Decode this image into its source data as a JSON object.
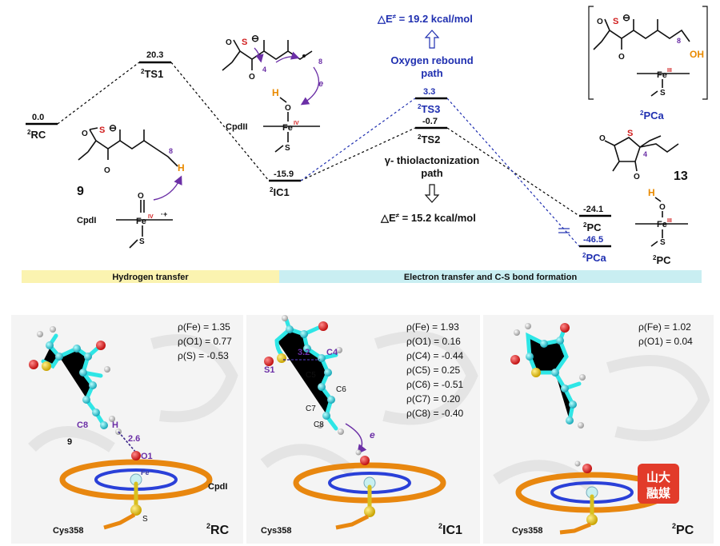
{
  "energy": {
    "rc": {
      "value": "0.0",
      "label_pre": "2",
      "label": "RC"
    },
    "ts1": {
      "value": "20.3",
      "label_pre": "2",
      "label": "TS1"
    },
    "ic1": {
      "value": "-15.9",
      "label_pre": "2",
      "label": "IC1"
    },
    "ts3": {
      "value": "3.3",
      "label_pre": "2",
      "label": "TS3"
    },
    "ts2": {
      "value": "-0.7",
      "label_pre": "2",
      "label": "TS2"
    },
    "pc": {
      "value": "-24.1",
      "label_pre": "2",
      "label": "PC"
    },
    "pca": {
      "value": "-46.5",
      "label_pre": "2",
      "label": "PCa"
    }
  },
  "annotations": {
    "de_rebound": "△E",
    "de_rebound_sup": "≠",
    "de_rebound_val": " = 19.2 kcal/mol",
    "rebound_path_1": "Oxygen rebound",
    "rebound_path_2": "path",
    "thiol_path_1": "γ- thiolactonization",
    "thiol_path_2": "path",
    "de_thiol": "△E",
    "de_thiol_sup": "≠",
    "de_thiol_val": " = 15.2 kcal/mol"
  },
  "structures": {
    "cmpd9": "9",
    "cmpd13": "13",
    "cpdi": "CpdI",
    "cpdii": "CpdII",
    "fe": "Fe",
    "fe_iv": "IV",
    "fe_iii": "III",
    "s": "S",
    "o": "O",
    "h": "H",
    "oh": "OH",
    "radical_cat": "·+",
    "n4": "4",
    "n8": "8",
    "e": "e",
    "minus": "⊖",
    "pca_pre": "2",
    "pca_label": "PCa",
    "pc_pre": "2",
    "pc_label": "PC"
  },
  "bands": {
    "h_transfer": "Hydrogen transfer",
    "e_transfer": "Electron transfer and C-S bond formation"
  },
  "panels": {
    "rc": {
      "spins": [
        "ρ(Fe) = 1.35",
        "ρ(O1) = 0.77",
        "ρ(S) = -0.53"
      ],
      "c8": "C8",
      "h": "H",
      "dist": "2.6",
      "o1": "O1",
      "fe": "Fe",
      "s": "S",
      "num9": "9",
      "cpdi": "CpdI",
      "cys": "Cys358",
      "name_pre": "2",
      "name": "RC"
    },
    "ic1": {
      "spins": [
        "ρ(Fe) = 1.93",
        "ρ(O1) = 0.16",
        "ρ(C4) = -0.44",
        "ρ(C5) = 0.25",
        "ρ(C6) = -0.51",
        "ρ(C7) = 0.20",
        "ρ(C8) = -0.40"
      ],
      "s1": "S1",
      "c4": "C4",
      "c5": "C5",
      "c6": "C6",
      "c7": "C7",
      "c8": "C8",
      "dist": "3.2",
      "e": "e",
      "cys": "Cys358",
      "name_pre": "2",
      "name": "IC1"
    },
    "pc": {
      "spins": [
        "ρ(Fe) = 1.02",
        "ρ(O1) = 0.04"
      ],
      "cys": "Cys358",
      "name_pre": "2",
      "name": "PC",
      "logo": [
        "山大",
        "融媒"
      ]
    }
  },
  "colors": {
    "blue": "#1f2fb0",
    "band_yellow": "#fbf3b0",
    "band_cyan": "#c9eef2",
    "carbon": "#2ee6e6",
    "porphyrin": "#e8870f"
  }
}
